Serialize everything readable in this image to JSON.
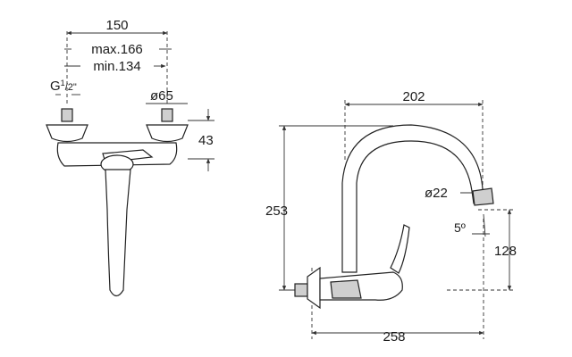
{
  "front_view": {
    "width": "150",
    "max": "max.166",
    "min": "min.134",
    "thread": "G",
    "thread_sup": "1",
    "thread_sub": "/2\"",
    "diameter": "ø65",
    "height": "43"
  },
  "side_view": {
    "reach": "202",
    "height": "253",
    "outlet_diameter": "ø22",
    "angle": "5º",
    "outlet_height": "128",
    "total_depth": "258"
  }
}
